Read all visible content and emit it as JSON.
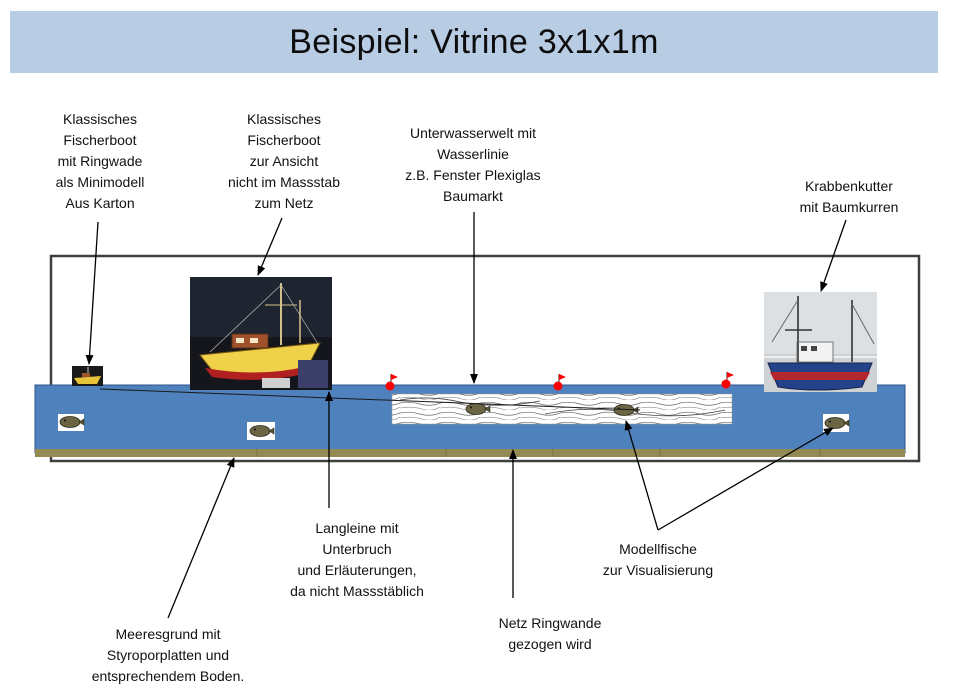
{
  "title": "Beispiel: Vitrine 3x1x1m",
  "colors": {
    "title_bar": "#b8cce4",
    "water": "#4f81bd",
    "sea_floor": "#948a54",
    "marker": "#ff0000",
    "frame": "#3f3f3f"
  },
  "labels": {
    "mini_boat": [
      "Klassisches",
      "Fischerboot",
      "mit Ringwade",
      "als Minimodell",
      "Aus Karton"
    ],
    "display_boat": [
      "Klassisches",
      "Fischerboot",
      "zur Ansicht",
      "nicht im Massstab",
      "zum Netz"
    ],
    "underwater": [
      "Unterwasserwelt mit",
      "Wasserlinie",
      "z.B. Fenster Plexiglas",
      "Baumarkt"
    ],
    "shrimp_cutter": [
      "Krabbenkutter",
      "mit Baumkurren"
    ],
    "longline": [
      "Langleine mit",
      "Unterbruch",
      "und Erläuterungen,",
      "da nicht Massstäblich"
    ],
    "model_fish": [
      "Modellfische",
      "zur Visualisierung"
    ],
    "seabed": [
      "Meeresgrund mit",
      "Styroporplatten und",
      "entsprechendem Boden."
    ],
    "net": [
      "Netz Ringwande",
      "gezogen wird"
    ]
  },
  "icons": [
    "fishing-boat-photo",
    "shrimp-cutter-photo",
    "mini-boat-icon",
    "flatfish-icon",
    "red-flag-icon",
    "underwater-sketch"
  ]
}
